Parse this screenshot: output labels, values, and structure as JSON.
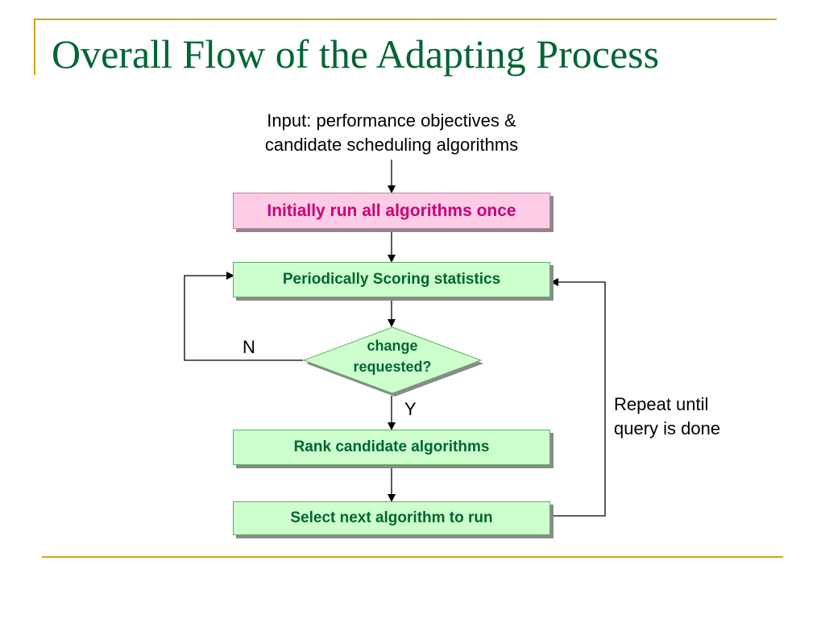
{
  "title": "Overall Flow of the Adapting Process",
  "input": {
    "line1": "Input: performance objectives &",
    "line2": "candidate scheduling algorithms"
  },
  "steps": {
    "init": "Initially run all algorithms once",
    "score": "Periodically Scoring statistics",
    "rank": "Rank candidate algorithms",
    "select": "Select next algorithm to run"
  },
  "decision": {
    "line1": "change",
    "line2": "requested?",
    "no_label": "N",
    "yes_label": "Y"
  },
  "loop": {
    "line1": "Repeat until",
    "line2": "query is done"
  },
  "colors": {
    "title": "#006633",
    "accent_line": "#d4a017",
    "pink_box_fill": "#ffcce6",
    "pink_box_text": "#cc0077",
    "green_box_fill": "#ccffcc",
    "green_box_text": "#006633",
    "shadow": "#8a8a8a"
  }
}
